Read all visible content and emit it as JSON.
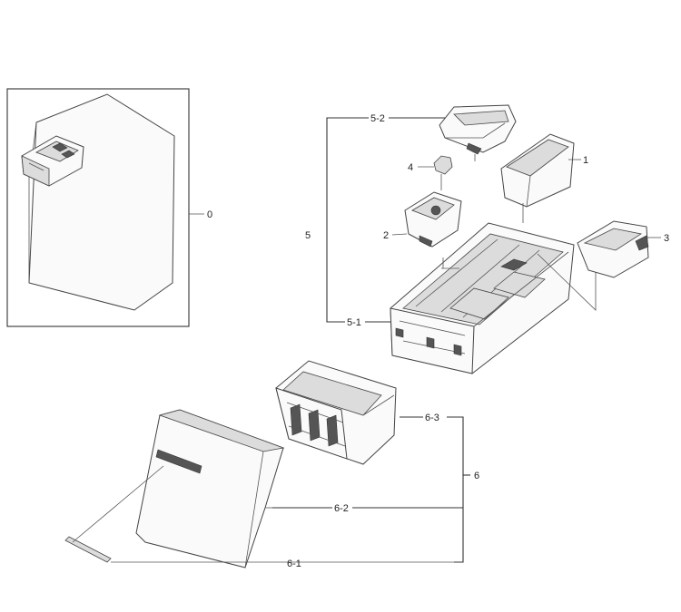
{
  "labels": {
    "l0": "0",
    "l1": "1",
    "l2": "2",
    "l3": "3",
    "l4": "4",
    "l5": "5",
    "l5_1": "5-1",
    "l5_2": "5-2",
    "l6": "6",
    "l6_1": "6-1",
    "l6_2": "6-2",
    "l6_3": "6-3"
  }
}
